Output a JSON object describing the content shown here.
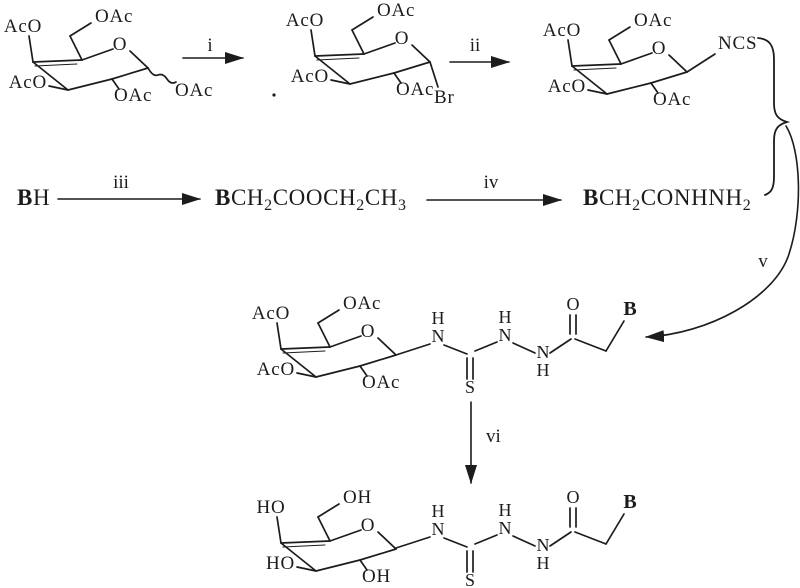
{
  "scheme": {
    "background_color": "#ffffff",
    "ink_color": "#1c1c1c",
    "steps": {
      "i": "i",
      "ii": "ii",
      "iii": "iii",
      "iv": "iv",
      "v": "v",
      "vi": "vi"
    },
    "sugars": {
      "peracetyl": {
        "top_left": "AcO",
        "c6": "OAc",
        "ring_o": "O",
        "c3": "AcO",
        "c2": "OAc",
        "anomeric": "OAc"
      },
      "bromide": {
        "top_left": "AcO",
        "c6": "OAc",
        "ring_o": "O",
        "c3": "AcO",
        "c2": "OAc",
        "anomeric": "Br"
      },
      "isothiocyanate": {
        "top_left": "AcO",
        "c6": "OAc",
        "ring_o": "O",
        "c3": "AcO",
        "c2": "OAc",
        "anomeric": "NCS"
      },
      "acetyl_conjugate": {
        "top_left": "AcO",
        "c6": "OAc",
        "ring_o": "O",
        "c3": "AcO",
        "c2": "OAc"
      },
      "final_conjugate": {
        "top_left": "HO",
        "c6": "OH",
        "ring_o": "O",
        "c3": "HO",
        "c2": "OH"
      }
    },
    "chain": {
      "h": "H",
      "n": "N",
      "s": "S",
      "o": "O",
      "b": "B"
    },
    "formulas": {
      "bh": {
        "b": "B",
        "h": "H"
      },
      "ester": {
        "b": "B",
        "f1": "CH",
        "s1": "2",
        "f2": "COOCH",
        "s2": "2",
        "f3": "CH",
        "s3": "3"
      },
      "hydrazide": {
        "b": "B",
        "f1": "CH",
        "s1": "2",
        "f2": "CONHNH",
        "s2": "2"
      }
    }
  }
}
